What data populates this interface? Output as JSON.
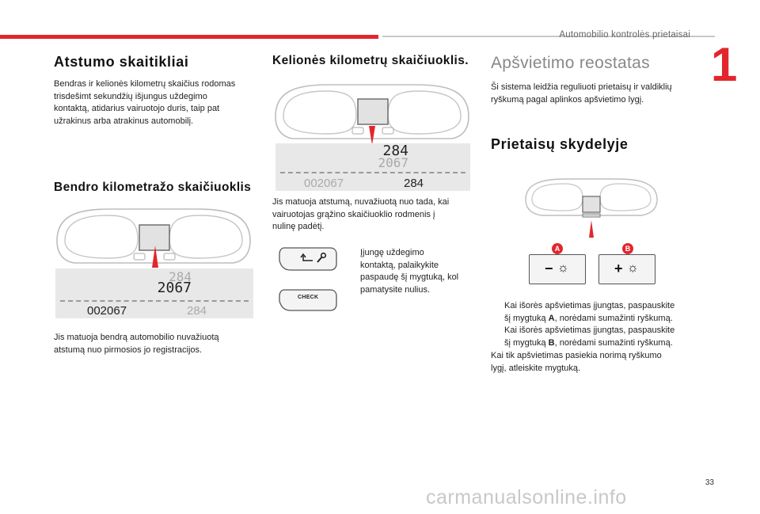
{
  "header": {
    "section_title": "Automobilio kontrolės prietaisai",
    "chapter_number": "1"
  },
  "col1": {
    "title": "Atstumo skaitikliai",
    "intro": [
      "Bendras ir kelionės kilometrų skaičius rodomas",
      "trisdešimt sekundžių išjungus uždegimo",
      "kontaktą, atidarius vairuotojo duris, taip pat",
      "užrakinus arba atrakinus automobilį."
    ],
    "subtitle": "Bendro kilometražo skaičiuoklis",
    "display": {
      "top_small": "284",
      "top_large": "2067",
      "bottom_left": "002067",
      "bottom_right": "284"
    },
    "caption": [
      "Jis matuoja bendrą automobilio nuvažiuotą",
      "atstumą nuo pirmosios jo registracijos."
    ]
  },
  "col2": {
    "title": "Kelionės kilometrų skaičiuoklis.",
    "display": {
      "top_large": "284",
      "top_small": "2067",
      "bottom_left": "002067",
      "bottom_right": "284"
    },
    "caption": [
      "Jis matuoja atstumą, nuvažiuotą nuo tada, kai",
      "vairuotojas grąžino skaičiuoklio rodmenis į",
      "nulinę padėtį."
    ],
    "bullet_symbol": "",
    "bullet": [
      "Įjungę uždegimo",
      "kontaktą, palaikykite",
      "paspaudę šį mygtuką, kol",
      "pamatysite nulius."
    ],
    "check_label": "CHECK"
  },
  "col3": {
    "title": "Apšvietimo reostatas",
    "intro": [
      "Ši sistema leidžia reguliuoti prietaisų ir valdiklių",
      "ryškumą pagal aplinkos apšvietimo lygį."
    ],
    "subtitle": "Prietaisų skydelyje",
    "button_a_label": "A",
    "button_b_label": "B",
    "bullet_symbol": "",
    "bullet1": {
      "line1": "Kai išorės apšvietimas įjungtas, paspauskite",
      "pre": "šį mygtuką ",
      "key": "A",
      "post": ", norėdami sumažinti ryškumą."
    },
    "bullet2": {
      "line1": "Kai išorės apšvietimas įjungtas, paspauskite",
      "pre": "šį mygtuką ",
      "key": "B",
      "post": ", norėdami sumažinti ryškumą."
    },
    "outro": [
      "Kai tik apšvietimas pasiekia norimą ryškumo",
      "lygį, atleiskite mygtuką."
    ]
  },
  "footer": {
    "page_number": "33",
    "watermark": "carmanualsonline.info"
  },
  "colors": {
    "accent_red": "#e3262c",
    "lcd_grey": "#e8e8e8"
  }
}
